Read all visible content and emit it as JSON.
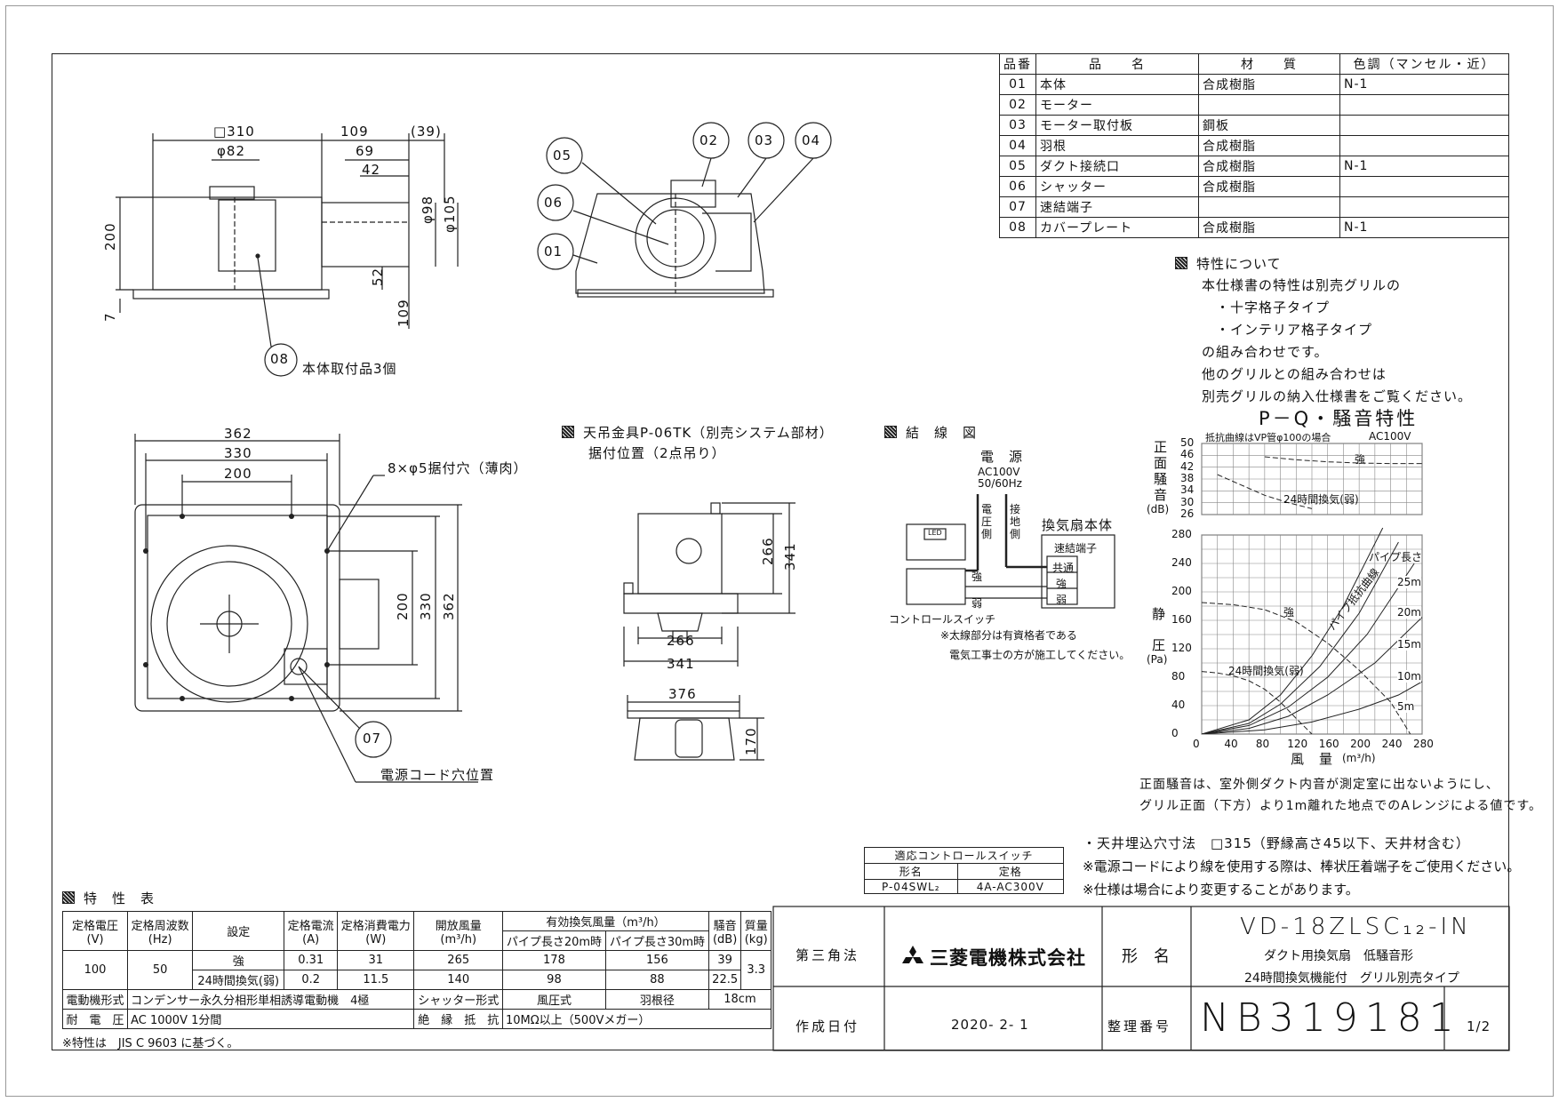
{
  "parts_table": {
    "headers": [
      "品番",
      "品　　名",
      "材　　質",
      "色調（マンセル・近）"
    ],
    "rows": [
      [
        "01",
        "本体",
        "合成樹脂",
        "N-1"
      ],
      [
        "02",
        "モーター",
        "",
        ""
      ],
      [
        "03",
        "モーター取付板",
        "鋼板",
        ""
      ],
      [
        "04",
        "羽根",
        "合成樹脂",
        ""
      ],
      [
        "05",
        "ダクト接続口",
        "合成樹脂",
        "N-1"
      ],
      [
        "06",
        "シャッター",
        "合成樹脂",
        ""
      ],
      [
        "07",
        "速結端子",
        "",
        ""
      ],
      [
        "08",
        "カバープレート",
        "合成樹脂",
        "N-1"
      ]
    ]
  },
  "characteristics_note": {
    "heading": "特性について",
    "lines": [
      "本仕様書の特性は別売グリルの",
      "・十字格子タイプ",
      "・インテリア格子タイプ",
      "の組み合わせです。",
      "他のグリルとの組み合わせは",
      "別売グリルの納入仕様書をご覧ください。"
    ]
  },
  "top_view_labels": {
    "dims": [
      "□310",
      "109",
      "(39)",
      "φ82",
      "69",
      "42",
      "φ98",
      "φ105",
      "200",
      "7",
      "52",
      "109"
    ],
    "part": "08",
    "part_note": "本体取付品3個"
  },
  "side_view_labels": {
    "parts": [
      "05",
      "02",
      "03",
      "04",
      "06",
      "01"
    ]
  },
  "bottom_view_labels": {
    "dims": [
      "362",
      "330",
      "200",
      "200",
      "330",
      "362"
    ],
    "hole_note": "8×φ5据付穴（薄肉）",
    "part": "07",
    "cord_note": "電源コード穴位置"
  },
  "hanger": {
    "title": "天吊金具P-06TK（別売システム部材）",
    "subtitle": "据付位置（2点吊り）",
    "dims": [
      "266",
      "341",
      "266",
      "341",
      "376",
      "170"
    ]
  },
  "wiring": {
    "title": "結　線　図",
    "power": "電　源",
    "power_spec1": "AC100V",
    "power_spec2": "50/60Hz",
    "voltage_side": "電圧側",
    "ground_side": "接地側",
    "fan_body": "換気扇本体",
    "terminal": "速結端子",
    "common": "共通",
    "strong": "強",
    "weak": "弱",
    "led": "LED",
    "switch_name": "コントロールスイッチ",
    "note1": "※太線部分は有資格者である",
    "note2": "電気工事士の方が施工してください。"
  },
  "pq_chart": {
    "title": "P－Q・騒音特性",
    "noise_note": "抵抗曲線はVP管φ100の場合",
    "voltage": "AC100V",
    "noise_ylabel": "正面騒音",
    "noise_unit": "(dB)",
    "noise_ticks": [
      "50",
      "46",
      "42",
      "38",
      "34",
      "30",
      "26"
    ],
    "pressure_ylabel1": "静",
    "pressure_ylabel2": "圧",
    "pressure_unit": "(Pa)",
    "pressure_ticks": [
      "280",
      "240",
      "200",
      "160",
      "120",
      "80",
      "40",
      "0"
    ],
    "x_ticks": [
      "0",
      "40",
      "80",
      "120",
      "160",
      "200",
      "240",
      "280"
    ],
    "xlabel": "風　量",
    "xunit": "(m³/h)",
    "curve_strong": "強",
    "curve_weak": "24時間換気(弱)",
    "pipe_label": "パイプ長さ",
    "resistance_label": "パイプ抵抗曲線",
    "pipe_lengths": [
      "25m",
      "20m",
      "15m",
      "10m",
      "5m"
    ],
    "note1": "正面騒音は、室外側ダクト内音が測定室に出ないようにし、",
    "note2": "グリル正面（下方）より1m離れた地点でのAレンジによる値です。"
  },
  "chart_data": {
    "type": "line",
    "title": "P－Q・騒音特性",
    "xlabel": "風　量",
    "xunit": "(m³/h)",
    "xlim": [
      0,
      280
    ],
    "pressure_ylim": [
      0,
      280
    ],
    "noise_ylim": [
      26,
      50
    ],
    "series": [
      {
        "name": "強",
        "x": [
          0,
          40,
          80,
          120,
          160,
          200,
          240,
          265
        ],
        "y": [
          185,
          182,
          175,
          158,
          128,
          90,
          45,
          0
        ]
      },
      {
        "name": "24時間換気(弱)",
        "x": [
          0,
          20,
          40,
          60,
          80,
          100,
          120,
          140
        ],
        "y": [
          88,
          86,
          82,
          75,
          63,
          45,
          22,
          0
        ]
      },
      {
        "name": "5m",
        "x": [
          0,
          80,
          140,
          200,
          250,
          290
        ],
        "y": [
          0,
          6,
          17,
          35,
          55,
          80
        ]
      },
      {
        "name": "10m",
        "x": [
          0,
          60,
          110,
          160,
          220,
          290
        ],
        "y": [
          0,
          8,
          25,
          55,
          100,
          175
        ]
      },
      {
        "name": "15m",
        "x": [
          0,
          60,
          110,
          160,
          210,
          270
        ],
        "y": [
          0,
          12,
          38,
          80,
          140,
          240
        ]
      },
      {
        "name": "20m",
        "x": [
          0,
          60,
          100,
          150,
          200,
          250
        ],
        "y": [
          0,
          15,
          42,
          95,
          170,
          270
        ]
      },
      {
        "name": "25m",
        "x": [
          0,
          60,
          100,
          140,
          180,
          230
        ],
        "y": [
          0,
          20,
          55,
          110,
          180,
          290
        ]
      },
      {
        "name": "強 騒音",
        "x": [
          80,
          120,
          160,
          200,
          240,
          280
        ],
        "y": [
          45.5,
          44.5,
          43.8,
          43.4,
          43.2,
          43.2
        ]
      },
      {
        "name": "24時間換気(弱) 騒音",
        "x": [
          20,
          50,
          80,
          110,
          140
        ],
        "y": [
          39.5,
          36,
          32.5,
          30,
          28
        ]
      }
    ]
  },
  "switch_table": {
    "title": "適応コントロールスイッチ",
    "headers": [
      "形名",
      "定格"
    ],
    "row": [
      "P-04SWL₂",
      "4A-AC300V"
    ]
  },
  "notes": {
    "n1": "・天井埋込穴寸法　□315（野縁高さ45以下、天井材含む）",
    "n2": "※電源コードにより線を使用する際は、棒状圧着端子をご使用ください。",
    "n3": "※仕様は場合により変更することがあります。"
  },
  "spec_table": {
    "title": "特　性　表",
    "h_voltage": "定格電圧",
    "u_voltage": "(V)",
    "h_freq": "定格周波数",
    "u_freq": "(Hz)",
    "h_setting": "設定",
    "h_current": "定格電流",
    "u_current": "(A)",
    "h_power": "定格消費電力",
    "u_power": "(W)",
    "h_open": "開放風量",
    "u_open": "(m³/h)",
    "h_effective": "有効換気風量（m³/h）",
    "h_pipe20": "パイプ長さ20m時",
    "h_pipe30": "パイプ長さ30m時",
    "h_noise": "騒音",
    "u_noise": "(dB)",
    "h_mass": "質量",
    "u_mass": "(kg)",
    "voltage": "100",
    "freq": "50",
    "mass": "3.3",
    "rows": [
      [
        "強",
        "0.31",
        "31",
        "265",
        "178",
        "156",
        "39"
      ],
      [
        "24時間換気(弱)",
        "0.2",
        "11.5",
        "140",
        "98",
        "88",
        "22.5"
      ]
    ],
    "motor_label": "電動機形式",
    "motor_value": "コンデンサー永久分相形単相誘導電動機　4極",
    "shutter_label": "シャッター形式",
    "shutter_value": "風圧式",
    "blade_label": "羽根径",
    "blade_value": "18cm",
    "withstand_label": "耐　電　圧",
    "withstand_value": "AC 1000V 1分間",
    "insulation_label": "絶　縁　抵　抗",
    "insulation_value": "10MΩ以上（500Vメガー）",
    "footnote": "※特性は　JIS C 9603 に基づく。"
  },
  "title_block": {
    "projection": "第三角法",
    "company": "三菱電機株式会社",
    "model_label": "形　名",
    "model": "VD-18ZLSC₁₂-IN",
    "desc1": "ダクト用換気扇　低騒音形",
    "desc2": "24時間換気機能付　グリル別売タイプ",
    "date_label": "作成日付",
    "date": "2020- 2- 1",
    "number_label": "整理番号",
    "number": "NB319181",
    "page": "1/2"
  }
}
